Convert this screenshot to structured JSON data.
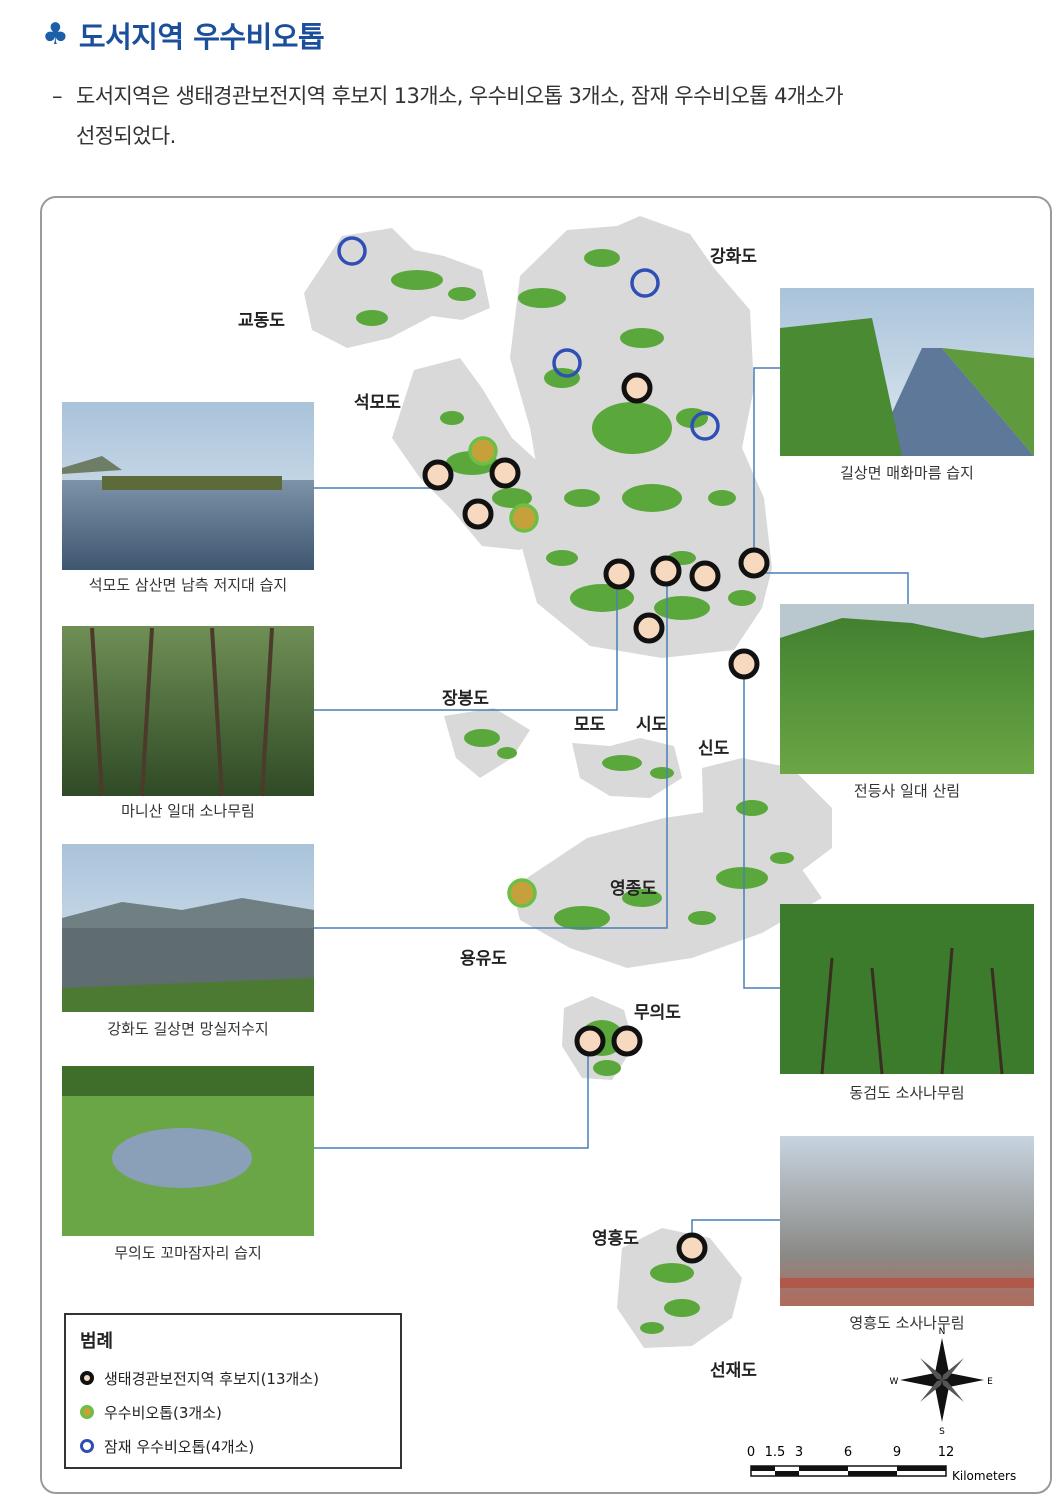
{
  "heading": {
    "icon": "club-icon",
    "title": "도서지역 우수비오톱"
  },
  "description": {
    "line1": "도서지역은 생태경관보전지역 후보지 13개소, 우수비오톱 3개소, 잠재 우수비오톱 4개소가",
    "line2": "선정되었다."
  },
  "colors": {
    "heading": "#1b4e9b",
    "land": "#d9d9d9",
    "vegetation": "#5aa83c",
    "candidate_fill": "#f6d9bf",
    "excellent_fill": "#c6a13b",
    "excellent_ring": "#6abf45",
    "potential_ring": "#2f4fb4",
    "leader": "#4a7fb5"
  },
  "islands": {
    "gyodongdo": "교동도",
    "seokmodo": "석모도",
    "ganghwado": "강화도",
    "jangbongdo": "장봉도",
    "modo": "모도",
    "sido": "시도",
    "sindo": "신도",
    "yeongjongdo": "영종도",
    "yongyudo": "용유도",
    "muuido": "무의도",
    "yeongheungdo": "영흥도",
    "seonjaedo": "선재도"
  },
  "photos": [
    {
      "id": "seokmodo-wetland",
      "caption": "석모도 삼산면 남측 저지대 습지"
    },
    {
      "id": "manisan-pine",
      "caption": "마니산 일대 소나무림"
    },
    {
      "id": "mangsil-reservoir",
      "caption": "강화도 길상면 망실저수지"
    },
    {
      "id": "muuido-wetland",
      "caption": "무의도 꼬마잠자리 습지"
    },
    {
      "id": "maehwa-wetland",
      "caption": "길상면 매화마름 습지"
    },
    {
      "id": "jeondeungsa-forest",
      "caption": "전등사 일대 산림"
    },
    {
      "id": "donggeomdo-pine",
      "caption": "동검도 소사나무림"
    },
    {
      "id": "yeongheungdo-pine",
      "caption": "영흥도 소사나무림"
    }
  ],
  "legend": {
    "title": "범례",
    "items": [
      {
        "label": "생태경관보전지역 후보지(13개소)",
        "marker": "candidate"
      },
      {
        "label": "우수비오톱(3개소)",
        "marker": "excellent"
      },
      {
        "label": "잠재 우수비오톱(4개소)",
        "marker": "potential"
      }
    ]
  },
  "compass": {
    "n": "N",
    "s": "S",
    "e": "E",
    "w": "W"
  },
  "scale_bar": {
    "ticks": [
      "0",
      "1.5",
      "3",
      "6",
      "9",
      "12"
    ],
    "unit": "Kilometers"
  }
}
